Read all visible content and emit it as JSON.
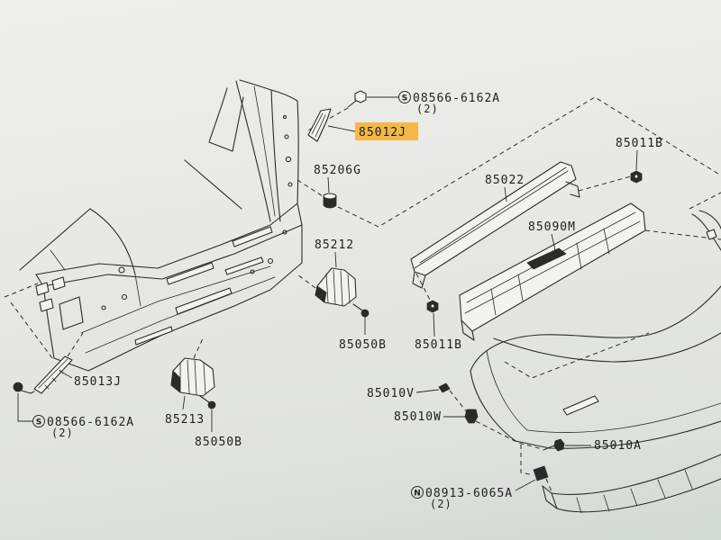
{
  "diagram": {
    "line_color": "#2b2b2b",
    "highlight_color": "#f5b847",
    "callouts": {
      "top_bolt": {
        "prefix": "S",
        "code": "08566-6162A",
        "qty": "(2)"
      },
      "bracket_upper": "85012J",
      "nut_upper_right": "85011B",
      "clip_pillar": "85206G",
      "reinforcement": "85022",
      "absorber": "85090M",
      "bracket_right": "85212",
      "screw_right": "85050B",
      "nut_lower": "85011B",
      "bracket_left_strip": "85013J",
      "left_bolt": {
        "prefix": "S",
        "code": "08566-6162A",
        "qty": "(2)"
      },
      "bracket_left": "85213",
      "screw_left": "85050B",
      "clip_v": "85010V",
      "clip_w": "85010W",
      "screw_fascia": "85010A",
      "clip_bottom": {
        "prefix": "N",
        "code": "08913-6065A",
        "qty": "(2)"
      }
    }
  }
}
